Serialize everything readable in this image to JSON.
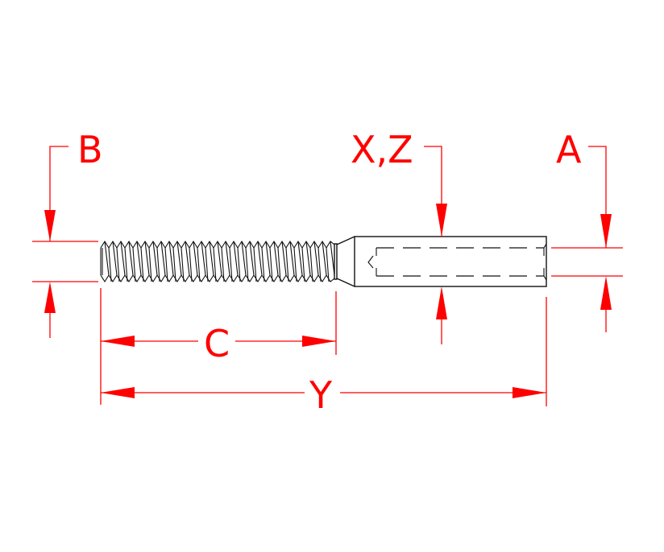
{
  "drawing": {
    "title": "Threaded stud with socket end – dimension drawing",
    "colors": {
      "dimension": "#ff0000",
      "part_outline": "#111111",
      "background": "#ffffff"
    },
    "dimensions": {
      "B": {
        "label": "B",
        "meaning": "thread diameter"
      },
      "XZ": {
        "label": "X,Z",
        "meaning": "socket body diameter"
      },
      "A": {
        "label": "A",
        "meaning": "bore diameter"
      },
      "C": {
        "label": "C",
        "meaning": "thread length"
      },
      "Y": {
        "label": "Y",
        "meaning": "overall length"
      }
    },
    "part": {
      "threaded_section": "external thread",
      "socket_section": "hollow socket with hidden bore"
    }
  }
}
